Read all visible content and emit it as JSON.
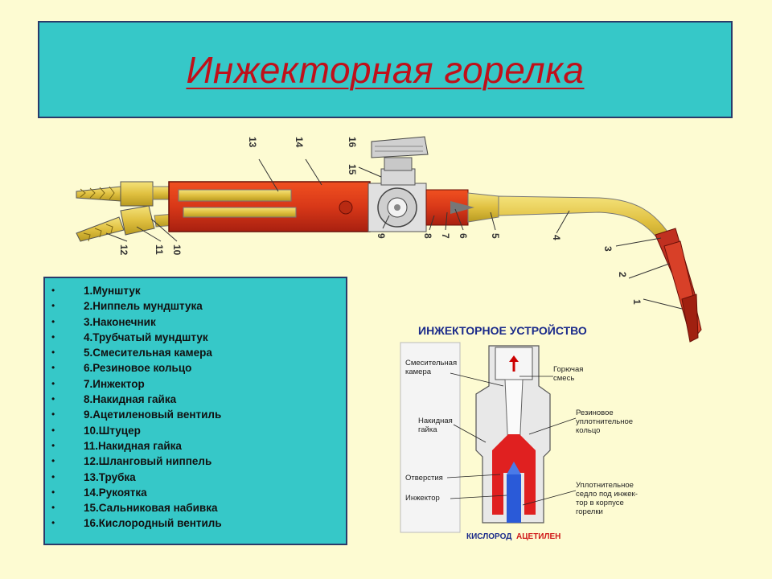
{
  "title": "Инжекторная горелка",
  "torch_callouts": [
    "13",
    "14",
    "16",
    "15",
    "9",
    "8",
    "7",
    "6",
    "5",
    "4",
    "3",
    "2",
    "1",
    "12",
    "11",
    "10"
  ],
  "legend": [
    "1.Мунштук",
    "2.Ниппель мундштука",
    "3.Наконечник",
    "4.Трубчатый мундштук",
    "5.Смесительная камера",
    "6.Резиновое кольцо",
    "7.Инжектор",
    "8.Накидная гайка",
    "9.Ацетиленовый вентиль",
    "10.Штуцер",
    "11.Накидная гайка",
    "12.Шланговый ниппель",
    "13.Трубка",
    "14.Рукоятка",
    "15.Сальниковая набивка",
    "16.Кислородный вентиль"
  ],
  "injector": {
    "title": "ИНЖЕКТОРНОЕ УСТРОЙСТВО",
    "left_labels": {
      "mixing_chamber": [
        "Смесительная",
        "камера"
      ],
      "union_nut": [
        "Накидная",
        "гайка"
      ],
      "holes": "Отверстия",
      "injector": "Инжектор"
    },
    "right_labels": {
      "combustible_mix": [
        "Горючая",
        "смесь"
      ],
      "rubber_ring": [
        "Резиновое",
        "уплотнительное",
        "кольцо"
      ],
      "seat": [
        "Уплотнительное",
        "седло под инжек-",
        "тор в корпусе",
        "горелки"
      ]
    },
    "bottom": {
      "oxygen": "КИСЛОРОД",
      "acetylene": "АЦЕТИЛЕН"
    }
  },
  "colors": {
    "title": "#c0101a",
    "box": "#36c8c8",
    "background": "#fdfbd2"
  }
}
